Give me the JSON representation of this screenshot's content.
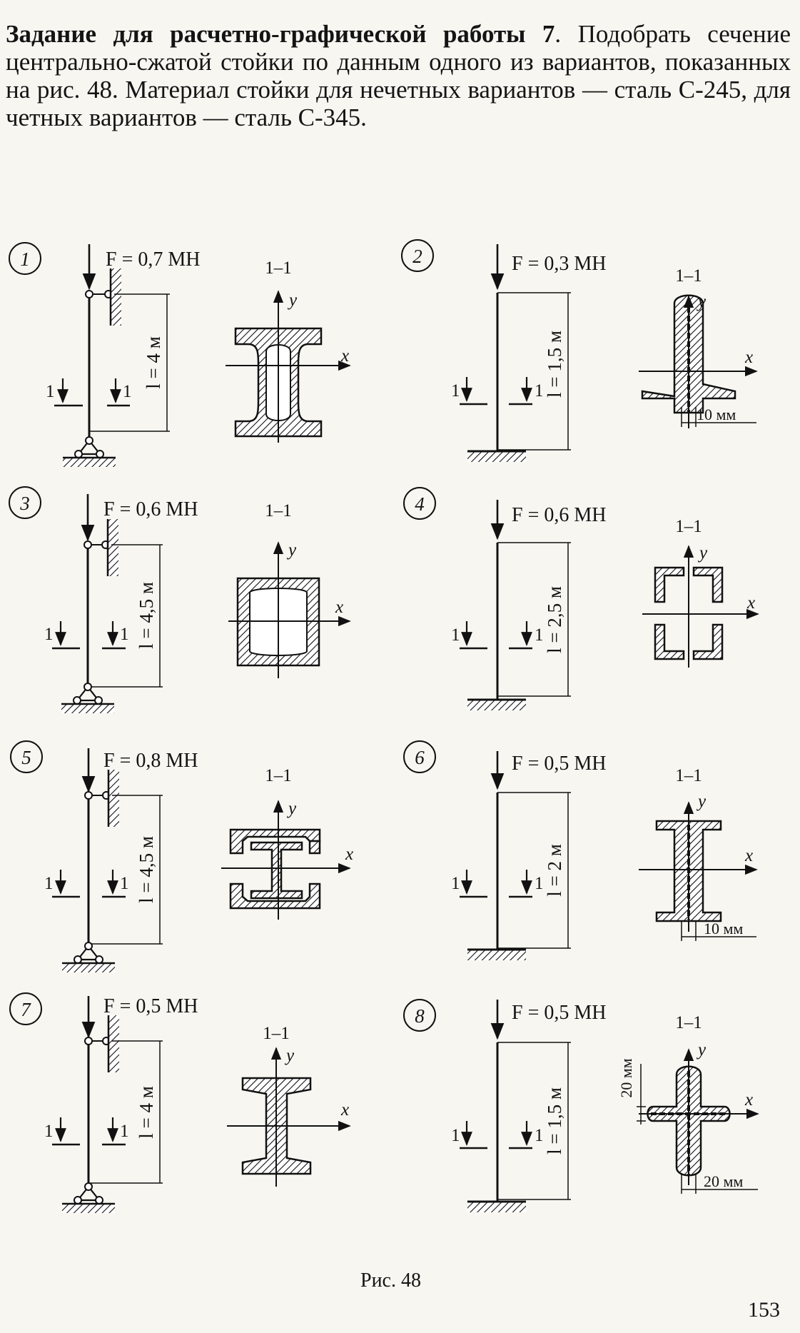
{
  "task": {
    "title": "Задание для расчетно-графической работы 7",
    "text": ". Подобрать сечение центрально-сжатой стойки по данным одного из вариантов, показанных на рис. 48. Материал стойки для нечетных вариантов — сталь С-245, для четных вариантов — сталь С-345."
  },
  "variants": [
    {
      "num": "1",
      "force": "F = 0,7 МН",
      "length": "l = 4 м",
      "section_label": "1–1",
      "cut_label": "1",
      "axis_x": "x",
      "axis_y": "y",
      "support": "pinned",
      "dim_label": ""
    },
    {
      "num": "2",
      "force": "F = 0,3 МН",
      "length": "l = 1,5 м",
      "section_label": "1–1",
      "cut_label": "1",
      "axis_x": "x",
      "axis_y": "y",
      "support": "fixed",
      "dim_label": "10 мм"
    },
    {
      "num": "3",
      "force": "F = 0,6 МН",
      "length": "l = 4,5 м",
      "section_label": "1–1",
      "cut_label": "1",
      "axis_x": "x",
      "axis_y": "y",
      "support": "pinned",
      "dim_label": ""
    },
    {
      "num": "4",
      "force": "F = 0,6 МН",
      "length": "l = 2,5 м",
      "section_label": "1–1",
      "cut_label": "1",
      "axis_x": "x",
      "axis_y": "y",
      "support": "fixed",
      "dim_label": ""
    },
    {
      "num": "5",
      "force": "F = 0,8 МН",
      "length": "l = 4,5 м",
      "section_label": "1–1",
      "cut_label": "1",
      "axis_x": "x",
      "axis_y": "y",
      "support": "pinned",
      "dim_label": ""
    },
    {
      "num": "6",
      "force": "F = 0,5 МН",
      "length": "l = 2 м",
      "section_label": "1–1",
      "cut_label": "1",
      "axis_x": "x",
      "axis_y": "y",
      "support": "fixed",
      "dim_label": "10 мм"
    },
    {
      "num": "7",
      "force": "F = 0,5 МН",
      "length": "l = 4 м",
      "section_label": "1–1",
      "cut_label": "1",
      "axis_x": "x",
      "axis_y": "y",
      "support": "pinned",
      "dim_label": ""
    },
    {
      "num": "8",
      "force": "F = 0,5 МН",
      "length": "l = 1,5 м",
      "section_label": "1–1",
      "cut_label": "1",
      "axis_x": "x",
      "axis_y": "y",
      "support": "fixed",
      "dim_label": "20 мм",
      "dim_label_2": "20 мм"
    }
  ],
  "caption": "Рис. 48",
  "page_number": "153"
}
